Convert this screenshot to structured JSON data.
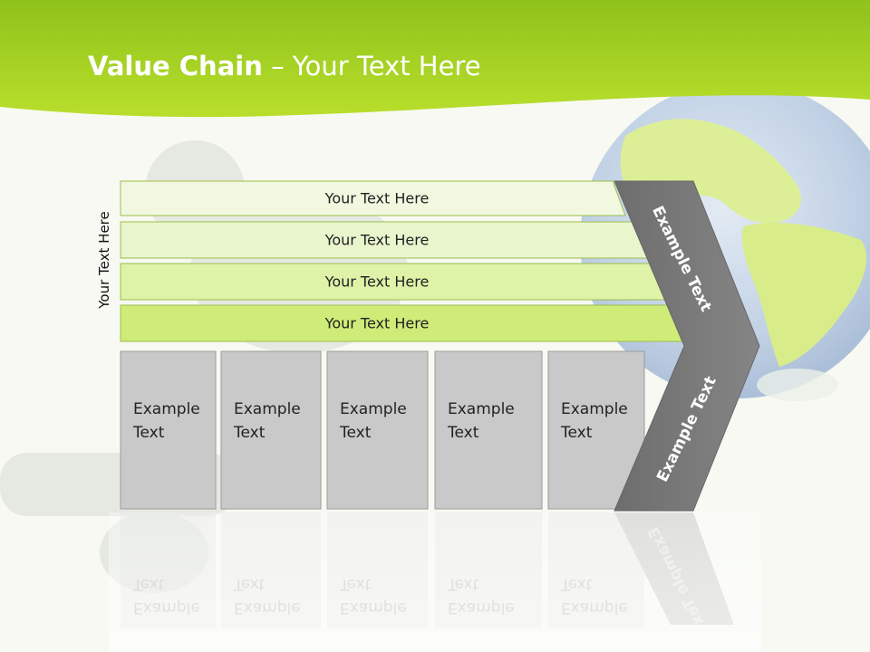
{
  "title": {
    "bold": "Value Chain",
    "rest": " – Your Text Here"
  },
  "side_label": "Your Text Here",
  "bars": [
    {
      "label": "Your Text Here",
      "fill": "#f1f8df"
    },
    {
      "label": "Your Text Here",
      "fill": "#e9f5cd"
    },
    {
      "label": "Your Text Here",
      "fill": "#def2a8"
    },
    {
      "label": "Your Text Here",
      "fill": "#cfeb78"
    }
  ],
  "boxes": [
    {
      "line1": "Example",
      "line2": "Text"
    },
    {
      "line1": "Example",
      "line2": "Text"
    },
    {
      "line1": "Example",
      "line2": "Text"
    },
    {
      "line1": "Example",
      "line2": "Text"
    },
    {
      "line1": "Example",
      "line2": "Text"
    }
  ],
  "chevron": {
    "upper_label": "Example Text",
    "lower_label": "Example Text"
  },
  "colors": {
    "header_green": "#9ccf1c",
    "header_light": "#c2e43d",
    "box_gray": "#c9c9c9",
    "chevron_gray": "#777777"
  }
}
